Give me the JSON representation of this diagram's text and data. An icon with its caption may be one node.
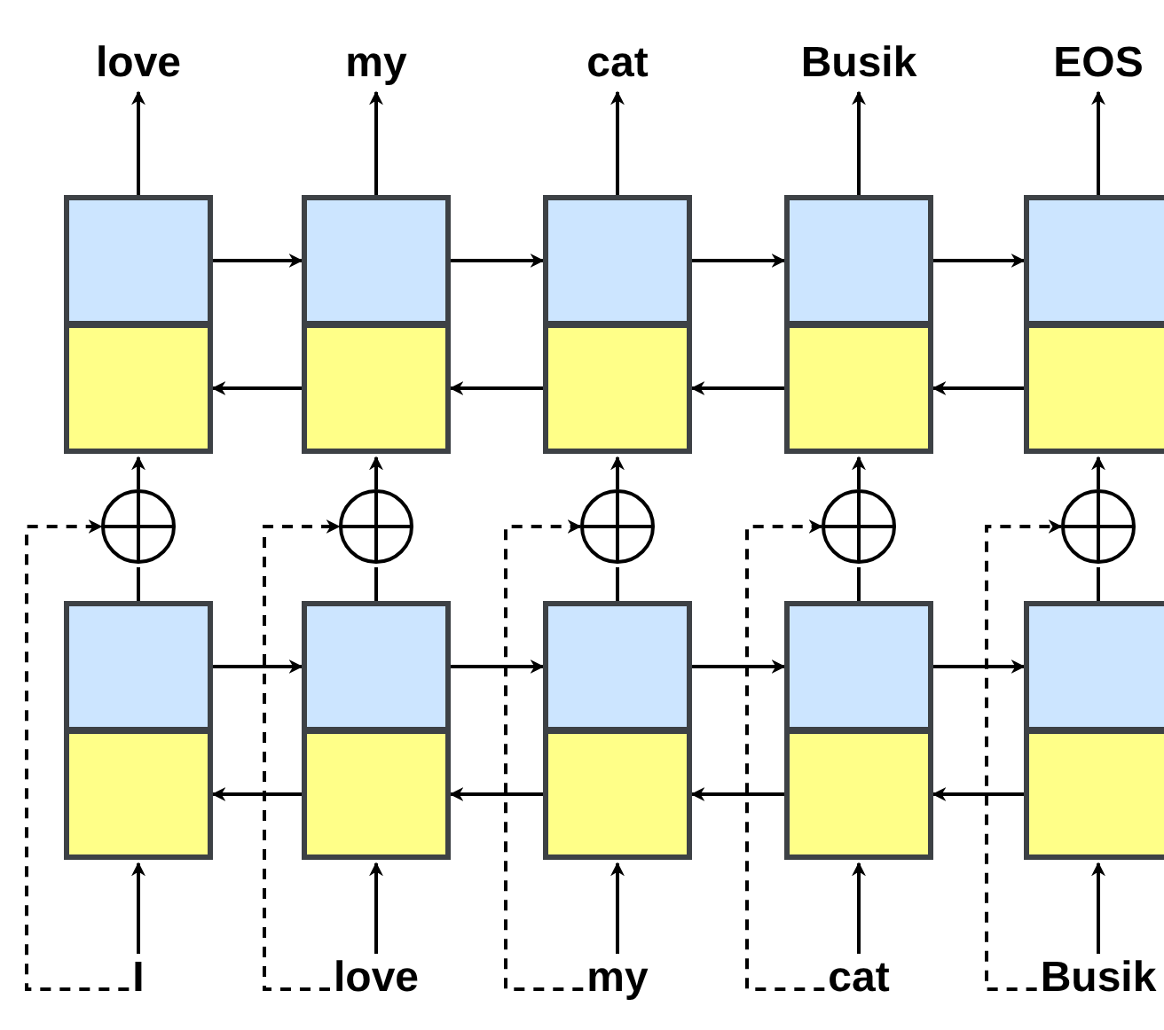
{
  "diagram": {
    "nodes": [
      {
        "text": [
          "love"
        ]
      },
      {
        "text": [
          "my"
        ]
      },
      {
        "text": [
          "cat"
        ]
      },
      {
        "text": [
          "Busik"
        ]
      },
      {
        "text": [
          "EOS"
        ]
      },
      {
        "text": [],
        "shape": "box"
      },
      {
        "text": [],
        "shape": "box"
      },
      {
        "text": [],
        "shape": "box"
      },
      {
        "text": [],
        "shape": "box"
      },
      {
        "text": [],
        "shape": "box"
      },
      {
        "text": [],
        "shape": "box"
      },
      {
        "text": [],
        "shape": "box"
      },
      {
        "text": [],
        "shape": "box"
      },
      {
        "text": [],
        "shape": "box"
      },
      {
        "text": [],
        "shape": "box"
      },
      {
        "text": [],
        "shape": "circle"
      },
      {
        "text": [],
        "shape": "circle"
      },
      {
        "text": [],
        "shape": "circle"
      },
      {
        "text": [],
        "shape": "circle"
      },
      {
        "text": [],
        "shape": "circle"
      },
      {
        "text": [],
        "shape": "box"
      },
      {
        "text": [],
        "shape": "box"
      },
      {
        "text": [],
        "shape": "box"
      },
      {
        "text": [],
        "shape": "box"
      },
      {
        "text": [],
        "shape": "box"
      },
      {
        "text": [],
        "shape": "box"
      },
      {
        "text": [],
        "shape": "box"
      },
      {
        "text": [],
        "shape": "box"
      },
      {
        "text": [],
        "shape": "box"
      },
      {
        "text": [],
        "shape": "box"
      },
      {
        "text": [
          "I"
        ]
      },
      {
        "text": [
          "love"
        ]
      },
      {
        "text": [
          "my"
        ]
      },
      {
        "text": [
          "cat"
        ]
      },
      {
        "text": [
          "Busik"
        ]
      }
    ],
    "edges": [
      {
        "from": 5,
        "to": 0,
        "arrow": "to"
      },
      {
        "from": 6,
        "to": 1,
        "arrow": "to"
      },
      {
        "from": 7,
        "to": 2,
        "arrow": "to"
      },
      {
        "from": 8,
        "to": 3,
        "arrow": "to"
      },
      {
        "from": 9,
        "to": 4,
        "arrow": "to"
      },
      {
        "from": 5,
        "to": 6,
        "arrow": "to"
      },
      {
        "from": 6,
        "to": 7,
        "arrow": "to"
      },
      {
        "from": 7,
        "to": 8,
        "arrow": "to"
      },
      {
        "from": 8,
        "to": 9,
        "arrow": "to"
      },
      {
        "from": 11,
        "to": 10,
        "arrow": "to"
      },
      {
        "from": 12,
        "to": 11,
        "arrow": "to"
      },
      {
        "from": 13,
        "to": 12,
        "arrow": "to"
      },
      {
        "from": 14,
        "to": 13,
        "arrow": "to"
      },
      {
        "from": 15,
        "to": 10,
        "arrow": "to"
      },
      {
        "from": 16,
        "to": 11,
        "arrow": "to"
      },
      {
        "from": 17,
        "to": 12,
        "arrow": "to"
      },
      {
        "from": 18,
        "to": 13,
        "arrow": "to"
      },
      {
        "from": 19,
        "to": 14,
        "arrow": "to"
      },
      {
        "from": 20,
        "to": 15,
        "arrow": "none"
      },
      {
        "from": 21,
        "to": 16,
        "arrow": "none"
      },
      {
        "from": 22,
        "to": 17,
        "arrow": "none"
      },
      {
        "from": 23,
        "to": 18,
        "arrow": "none"
      },
      {
        "from": 24,
        "to": 19,
        "arrow": "none"
      },
      {
        "from": 20,
        "to": 21,
        "arrow": "to"
      },
      {
        "from": 21,
        "to": 22,
        "arrow": "to"
      },
      {
        "from": 22,
        "to": 23,
        "arrow": "to"
      },
      {
        "from": 23,
        "to": 24,
        "arrow": "to"
      },
      {
        "from": 26,
        "to": 25,
        "arrow": "to"
      },
      {
        "from": 27,
        "to": 26,
        "arrow": "to"
      },
      {
        "from": 28,
        "to": 27,
        "arrow": "to"
      },
      {
        "from": 29,
        "to": 28,
        "arrow": "to"
      },
      {
        "from": 30,
        "to": 25,
        "arrow": "to"
      },
      {
        "from": 31,
        "to": 26,
        "arrow": "to"
      },
      {
        "from": 32,
        "to": 27,
        "arrow": "to"
      },
      {
        "from": 33,
        "to": 28,
        "arrow": "to"
      },
      {
        "from": 34,
        "to": 29,
        "arrow": "to"
      },
      {
        "from": 30,
        "to": 15,
        "arrow": "to",
        "style": "dashed"
      },
      {
        "from": 31,
        "to": 16,
        "arrow": "to",
        "style": "dashed"
      },
      {
        "from": 32,
        "to": 17,
        "arrow": "to",
        "style": "dashed"
      },
      {
        "from": 33,
        "to": 18,
        "arrow": "to",
        "style": "dashed"
      },
      {
        "from": 34,
        "to": 19,
        "arrow": "to",
        "style": "dashed"
      }
    ]
  }
}
